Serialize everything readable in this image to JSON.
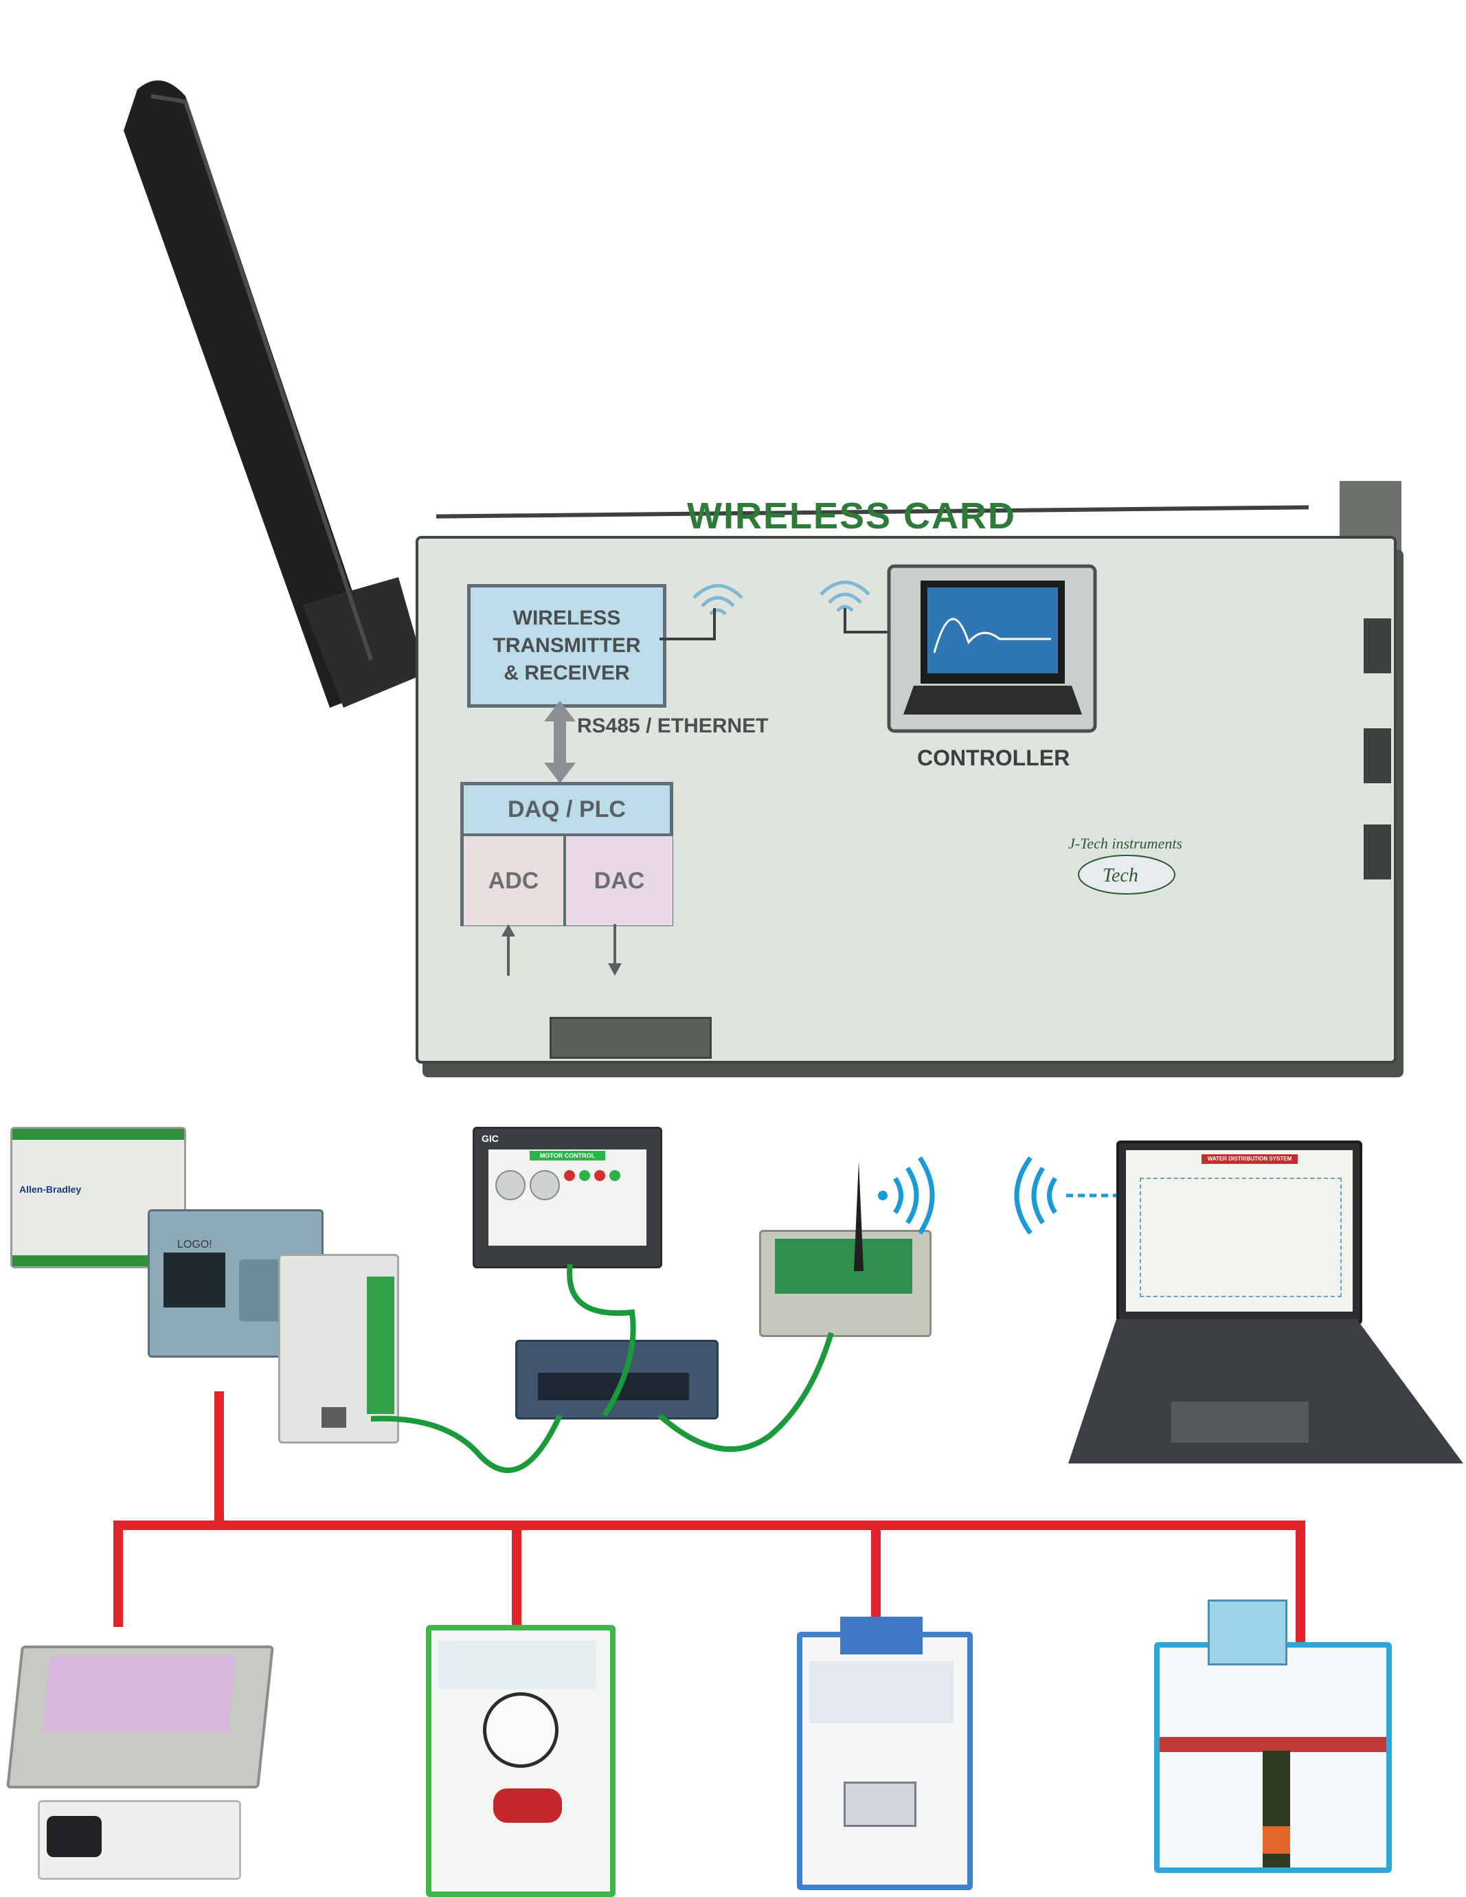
{
  "card": {
    "title": "WIRELESS CARD",
    "transmitter_lines": [
      "WIRELESS",
      "TRANSMITTER",
      "& RECEIVER"
    ],
    "link_label": "RS485 / ETHERNET",
    "daq_label": "DAQ / PLC",
    "adc_label": "ADC",
    "dac_label": "DAC",
    "controller_label": "CONTROLLER",
    "brand": "J-Tech instruments"
  },
  "colors": {
    "title_green": "#2d7a39",
    "bus_red": "#e2252b",
    "cable_green": "#1a9a3b",
    "wifi_blue": "#1a9ad6"
  },
  "network": {
    "plc_labels": [
      "Allen-Bradley",
      "LOGO!"
    ],
    "hmi_brand": "GIC",
    "hmi_title": "MOTOR CONTROL",
    "scada_title": "WATER DISTRIBUTION SYSTEM"
  }
}
